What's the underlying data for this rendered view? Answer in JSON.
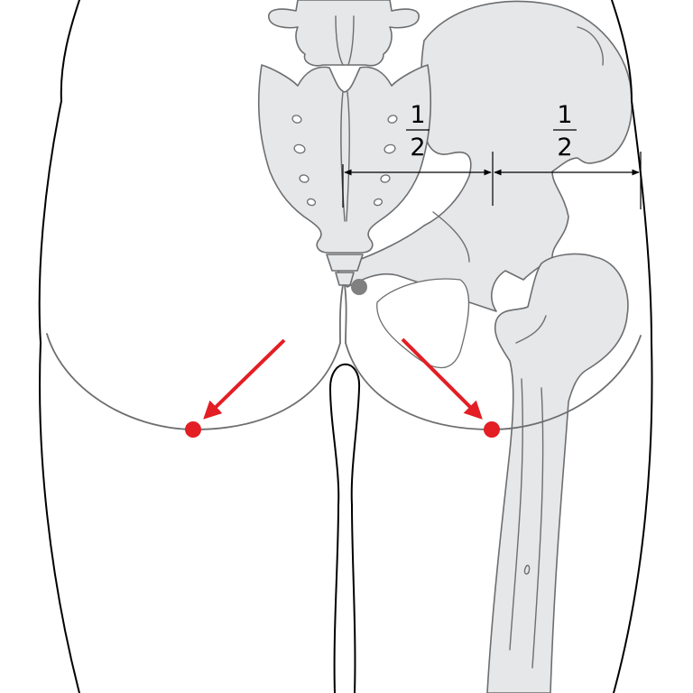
{
  "labels": {
    "left_fraction": {
      "numerator": "1",
      "denominator": "2"
    },
    "right_fraction": {
      "numerator": "1",
      "denominator": "2"
    }
  },
  "colors": {
    "acupoint": "#e31e24",
    "arrow": "#e31e24",
    "bone_fill": "#e6e7e8",
    "bone_outline": "#6d6e70",
    "landmark_dot": "#808080",
    "skin_outline": "#000000"
  },
  "icons": {
    "acupoint_marker": "red-dot",
    "direction_marker": "red-arrow",
    "landmark_marker": "gray-dot"
  }
}
